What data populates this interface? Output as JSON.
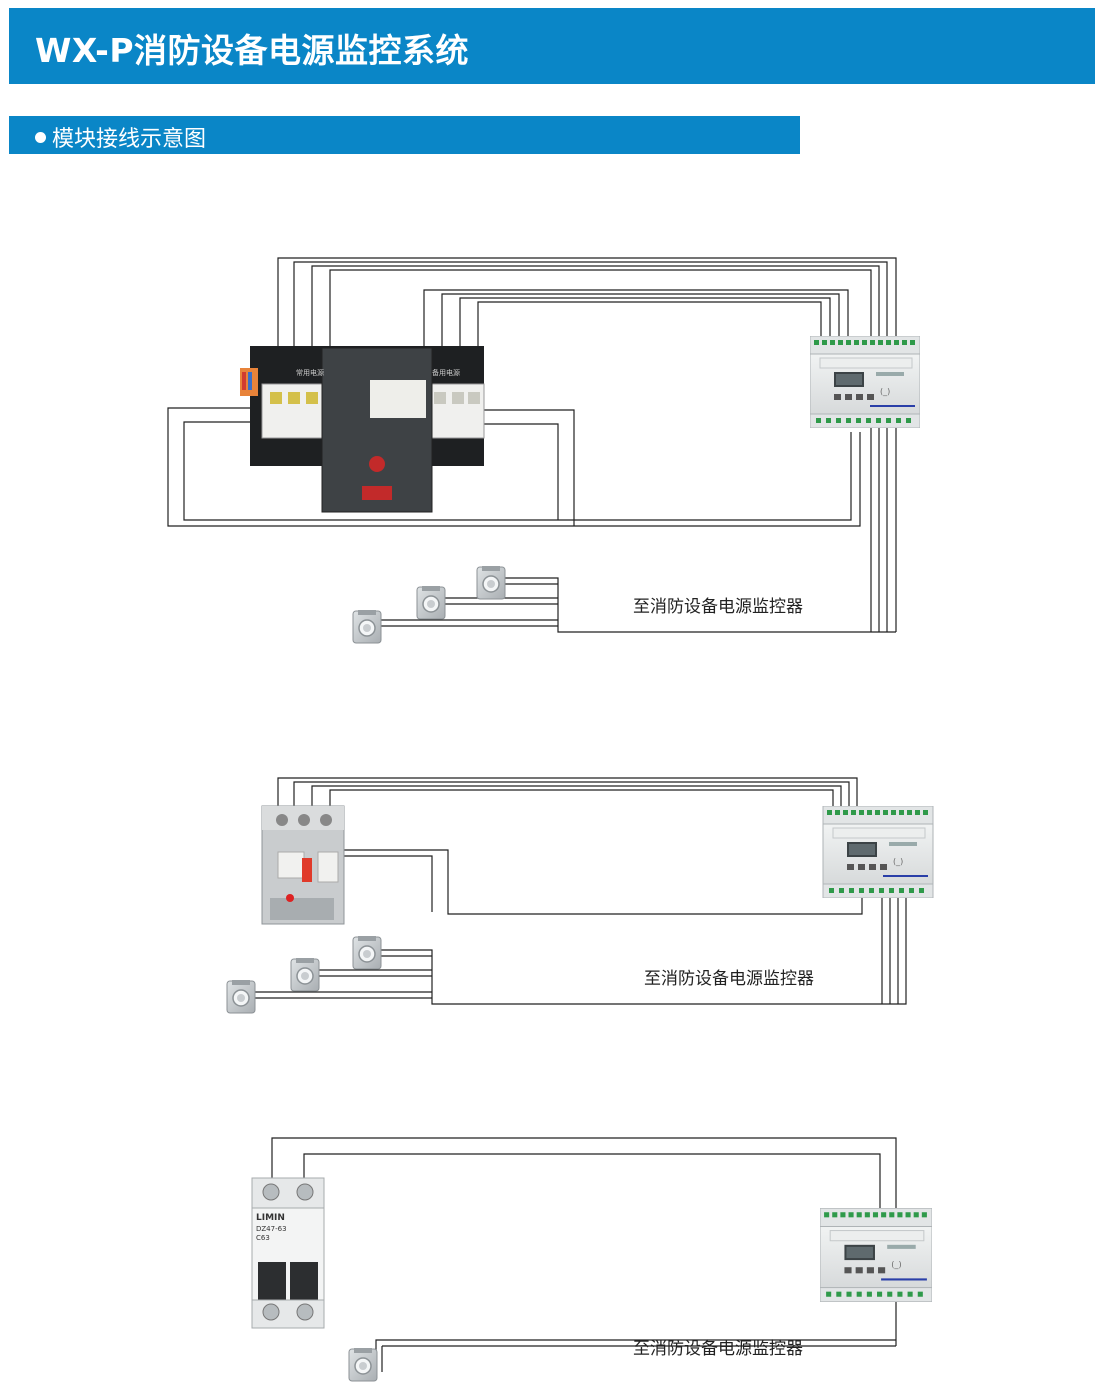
{
  "header": {
    "title": "WX-P消防设备电源监控系统"
  },
  "section": {
    "title": "模块接线示意图"
  },
  "diagrams": [
    {
      "device": "ATS dual power transfer switch",
      "caption": "至消防设备电源监控器",
      "ats_labels": {
        "main": "常用电源",
        "backup": "备用电源"
      }
    },
    {
      "device": "molded case circuit breaker",
      "caption": "至消防设备电源监控器"
    },
    {
      "device": "miniature circuit breaker",
      "caption": "至消防设备电源监控器",
      "mcb_labels": {
        "brand": "LIMIN",
        "model": "DZ47-63",
        "rating": "C63"
      }
    }
  ],
  "colors": {
    "brand_blue": "#0a86c7",
    "wire": "#222222",
    "device_gray": "#e3e5e6"
  }
}
